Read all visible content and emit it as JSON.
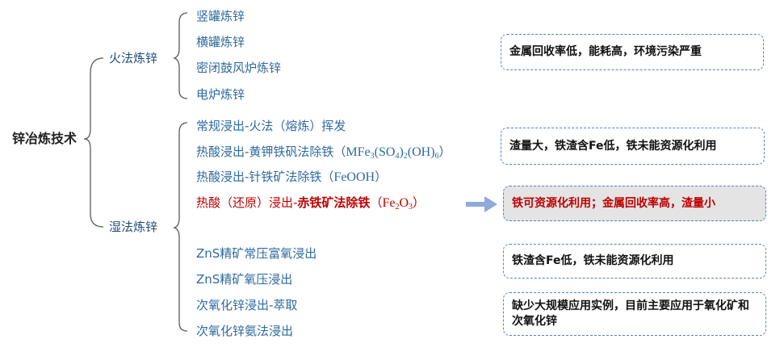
{
  "root": "锌冶炼技术",
  "fire": {
    "label": "火法炼锌",
    "items": [
      "竖罐炼锌",
      "横罐炼锌",
      "密闭鼓风炉炼锌",
      "电炉炼锌"
    ]
  },
  "wet": {
    "label": "湿法炼锌",
    "items": {
      "i0": "常规浸出-火法（熔炼）挥发",
      "i1a": "热酸浸出-黄钾铁矾法除铁（",
      "i1b": "MFe",
      "i1c": "3",
      "i1d": "(SO",
      "i1e": "4",
      "i1f": ")",
      "i1g": "2",
      "i1h": "(OH)",
      "i1i": "6",
      "i1j": "）",
      "i2a": "热酸浸出-针铁矿法除铁（",
      "i2b": "FeOOH",
      "i2c": "）",
      "i3a": "热酸（还原）浸出-",
      "i3b": "赤铁矿法除铁",
      "i3c": "（",
      "i3d": "Fe",
      "i3e": "2",
      "i3f": "O",
      "i3g": "3",
      "i3h": "）",
      "i4": "ZnS精矿常压富氧浸出",
      "i5": "ZnS精矿氧压浸出",
      "i6": "次氧化锌浸出-萃取",
      "i7": "次氧化锌氨法浸出"
    }
  },
  "notes": [
    "金属回收率低，能耗高，环境污染严重",
    "渣量大，铁渣含Fe低，铁未能资源化利用",
    "铁可资源化利用；金属回收率高，渣量小",
    "铁渣含Fe低，铁未能资源化利用",
    "缺少大规模应用实例，目前主要应用于氧化矿和次氧化锌"
  ],
  "colors": {
    "brace": "#5a5a5a",
    "box_border": "#5b7fc6",
    "arrow": "#8faadc",
    "highlight": "#c00000"
  }
}
